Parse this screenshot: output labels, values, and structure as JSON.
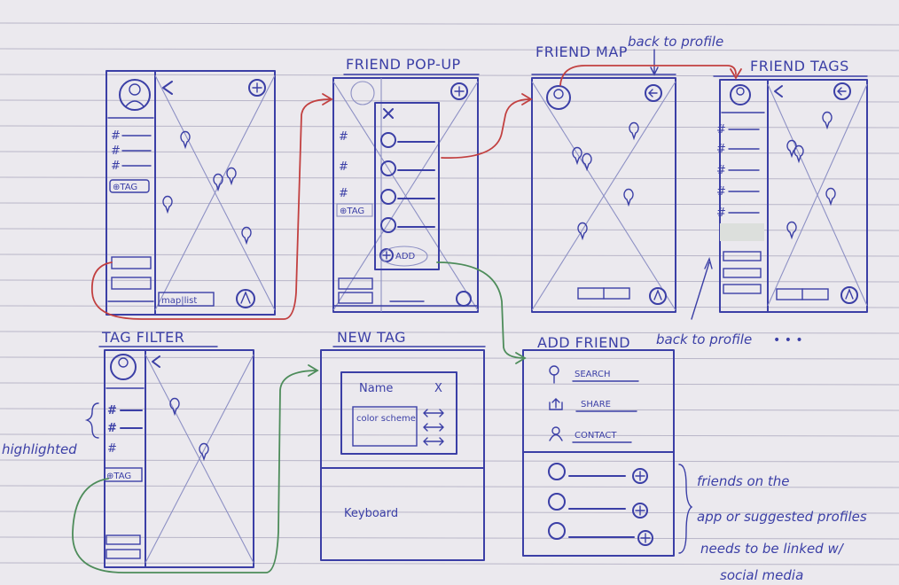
{
  "screens": {
    "main": {
      "tag_button": "⊕TAG",
      "map_list": "map|list"
    },
    "friend_popup": {
      "title": "FRIEND POP-UP",
      "tag_button": "⊕TAG",
      "add_button": "ADD"
    },
    "friend_map": {
      "title": "FRIEND MAP"
    },
    "friend_tags": {
      "title": "FRIEND TAGS"
    },
    "tag_filter": {
      "title": "TAG FILTER",
      "tag_button": "⊕TAG"
    },
    "new_tag": {
      "title": "NEW TAG",
      "name_field": "Name",
      "close": "X",
      "color_scheme": "color scheme",
      "keyboard": "Keyboard"
    },
    "add_friend": {
      "title": "ADD FRIEND",
      "search": "SEARCH",
      "share": "SHARE",
      "contact": "CONTACT"
    }
  },
  "notes": {
    "back_to_profile_top": "back to profile",
    "back_to_profile_bottom": "back to profile",
    "highlighted": "highlighted",
    "friends_line1": "friends on the",
    "friends_line2": "app  or suggested profiles",
    "friends_line3": "needs to be linked w/",
    "friends_line4": "social media"
  },
  "icons": [
    "profile-avatar-icon",
    "plus-circle-icon",
    "back-chevron-icon",
    "map-pin-icon",
    "hash-icon",
    "search-icon",
    "share-icon",
    "contact-icon",
    "compass-icon"
  ],
  "colors": {
    "ink": "#3b3fa6",
    "red_arrow": "#c24040",
    "green_arrow": "#4d8c5a",
    "paper": "#ebe9ee"
  }
}
